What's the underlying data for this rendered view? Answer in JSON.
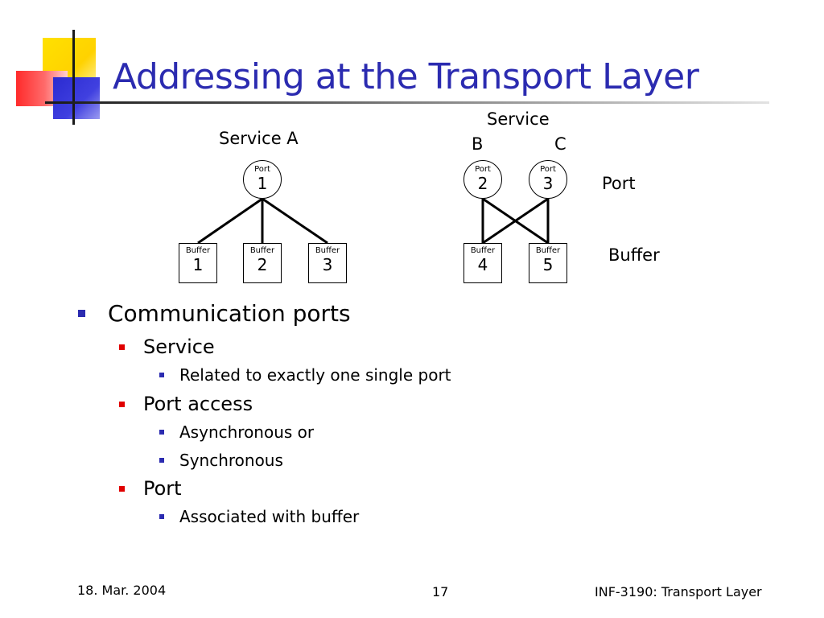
{
  "slide": {
    "title": "Addressing at the Transport Layer",
    "colors": {
      "title": "#2b2bb0",
      "bullet_level1": "#2b2bb0",
      "bullet_level2": "#e00000",
      "bullet_level3": "#2b2bb0"
    }
  },
  "diagram": {
    "service_a_label": "Service A",
    "service_label": "Service",
    "service_b_label": "B",
    "service_c_label": "C",
    "port_row_label": "Port",
    "buffer_row_label": "Buffer",
    "ports": [
      {
        "caption": "Port",
        "number": "1"
      },
      {
        "caption": "Port",
        "number": "2"
      },
      {
        "caption": "Port",
        "number": "3"
      }
    ],
    "buffers": [
      {
        "caption": "Buffer",
        "number": "1"
      },
      {
        "caption": "Buffer",
        "number": "2"
      },
      {
        "caption": "Buffer",
        "number": "3"
      },
      {
        "caption": "Buffer",
        "number": "4"
      },
      {
        "caption": "Buffer",
        "number": "5"
      }
    ]
  },
  "bullets": [
    {
      "text": "Communication ports"
    },
    {
      "text": "Service"
    },
    {
      "text": "Related to exactly one single port"
    },
    {
      "text": "Port access"
    },
    {
      "text": "Asynchronous or"
    },
    {
      "text": "Synchronous"
    },
    {
      "text": "Port"
    },
    {
      "text": "Associated with buffer"
    }
  ],
  "footer": {
    "date": "18. Mar. 2004",
    "page": "17",
    "course": "INF-3190: Transport Layer"
  }
}
